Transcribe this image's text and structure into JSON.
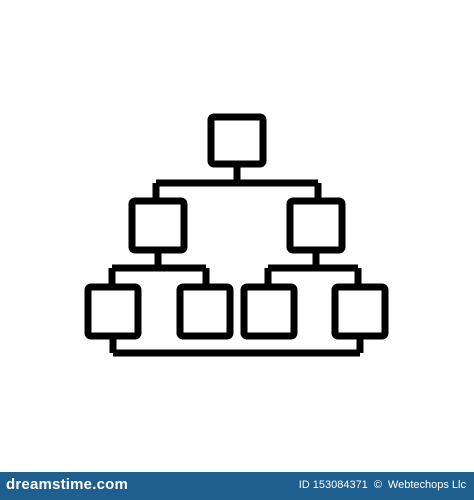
{
  "icon": {
    "name": "hierarchy-icon",
    "stroke_color": "#000000"
  },
  "footer": {
    "background_color": "#1f5f8f",
    "site": "dreamstime.com",
    "id_label": "ID 153084371",
    "separator": "©",
    "author": "Webtechops Llc"
  }
}
